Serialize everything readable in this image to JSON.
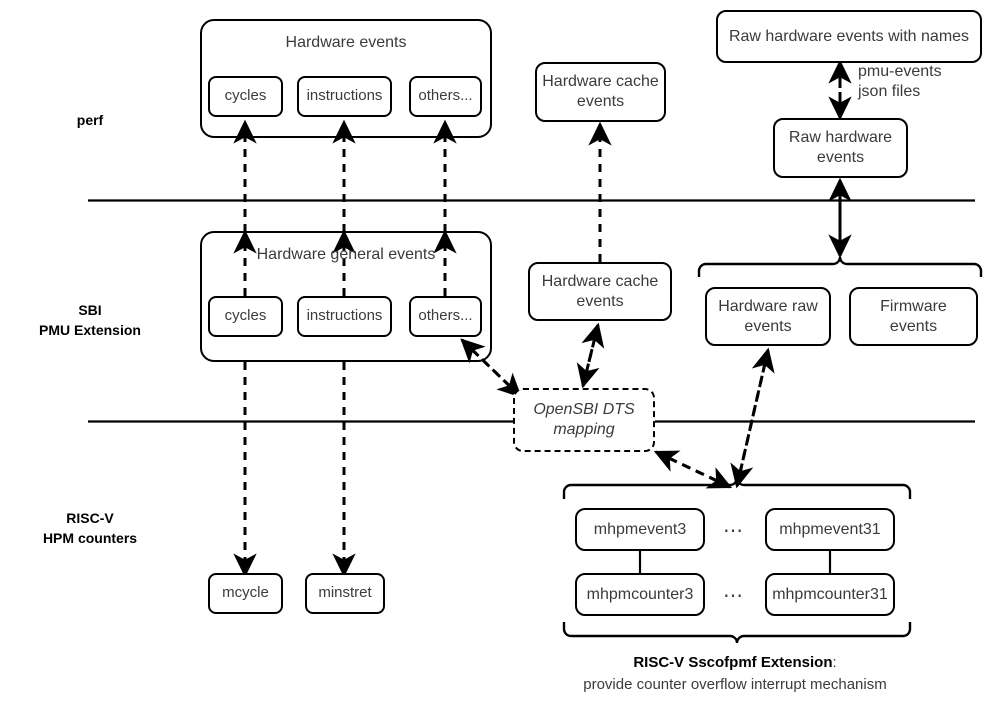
{
  "diagram": {
    "title": "RISC-V perf / SBI PMU / HPM counters layering",
    "layer_labels": [
      {
        "id": "perf",
        "text": "perf"
      },
      {
        "id": "sbi",
        "line1": "SBI",
        "line2": "PMU Extension"
      },
      {
        "id": "riscv",
        "line1": "RISC-V",
        "line2": "HPM counters"
      }
    ],
    "perf_layer": {
      "group_title": "Hardware events",
      "events": [
        "cycles",
        "instructions",
        "others..."
      ],
      "cache_events": "Hardware cache\nevents",
      "cache_events_line1": "Hardware cache",
      "cache_events_line2": "events",
      "raw_named_events": "Raw hardware events with names",
      "raw_events_line1": "Raw hardware",
      "raw_events_line2": "events",
      "edge_label_line1": "pmu-events",
      "edge_label_line2": "json files"
    },
    "sbi_layer": {
      "group_title": "Hardware general events",
      "events": [
        "cycles",
        "instructions",
        "others..."
      ],
      "cache_events_line1": "Hardware cache",
      "cache_events_line2": "events",
      "hw_raw_line1": "Hardware raw",
      "hw_raw_line2": "events",
      "firmware_line1": "Firmware",
      "firmware_line2": "events"
    },
    "mapping_box": {
      "line1": "OpenSBI DTS",
      "line2": "mapping"
    },
    "riscv_layer": {
      "mcycle": "mcycle",
      "minstret": "minstret",
      "events": [
        "mhpmevent3",
        "mhpmevent31"
      ],
      "counters": [
        "mhpmcounter3",
        "mhpmcounter31"
      ],
      "ellipsis": "⋯",
      "caption_strong": "RISC-V Sscofpmf Extension",
      "caption_colon": ":",
      "caption_sub": "provide counter overflow interrupt mechanism"
    },
    "colors": {
      "stroke": "#000000",
      "text": "#3b3b3b",
      "label": "#000000",
      "background": "#ffffff"
    }
  }
}
